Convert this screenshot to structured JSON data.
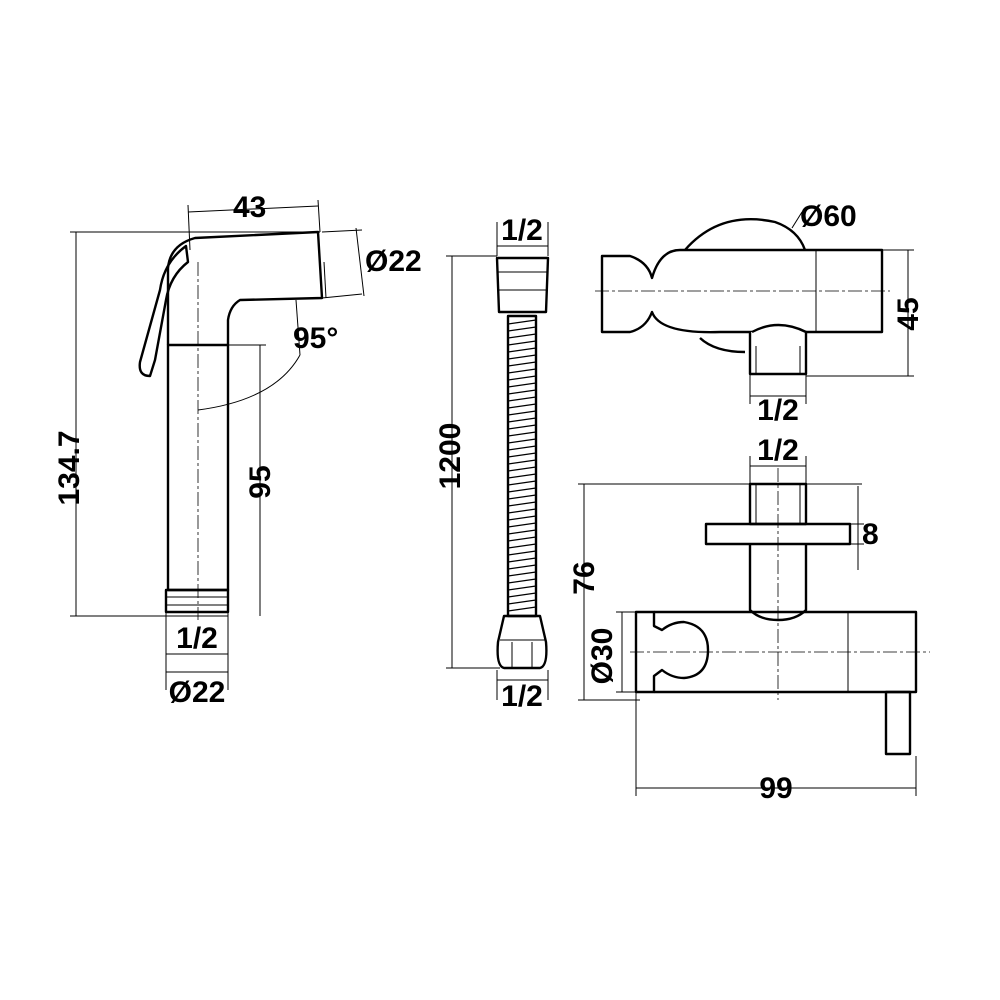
{
  "drawing": {
    "handshower": {
      "width_top": "43",
      "nozzle_diameter": "Ø22",
      "angle": "95°",
      "height_total": "134.7",
      "grip_length": "95",
      "thread": "1/2",
      "base_diameter": "Ø22"
    },
    "hose": {
      "thread_top": "1/2",
      "length": "1200",
      "thread_bottom": "1/2"
    },
    "holder_top_view": {
      "flange_diameter": "Ø60",
      "height": "45",
      "thread": "1/2"
    },
    "holder_front_view": {
      "thread": "1/2",
      "flange_thickness": "8",
      "overall_height": "76",
      "body_diameter": "Ø30",
      "overall_width": "99"
    }
  },
  "colors": {
    "line": "#000000",
    "background": "#ffffff"
  }
}
